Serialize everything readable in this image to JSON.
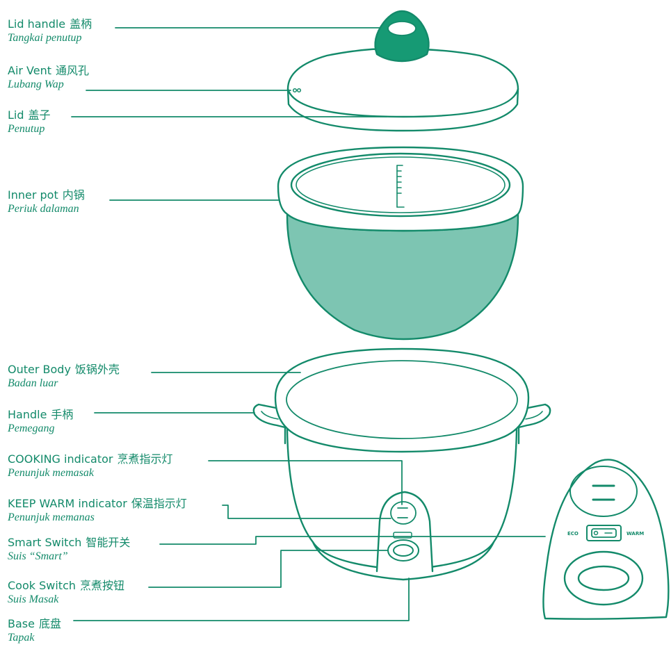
{
  "colors": {
    "accent": "#138a6a",
    "dark_fill": "#169a74",
    "light_fill": "#7dc5b2",
    "background": "#ffffff"
  },
  "labels": [
    {
      "id": "lid-handle",
      "en": "Lid handle",
      "zh": "盖柄",
      "ms": "Tangkai penutup"
    },
    {
      "id": "air-vent",
      "en": "Air Vent",
      "zh": "通风孔",
      "ms": "Lubang Wap"
    },
    {
      "id": "lid",
      "en": "Lid",
      "zh": "盖子",
      "ms": "Penutup"
    },
    {
      "id": "inner-pot",
      "en": "Inner pot",
      "zh": "内锅",
      "ms": "Periuk dalaman"
    },
    {
      "id": "outer-body",
      "en": "Outer Body",
      "zh": "饭锅外壳",
      "ms": "Badan luar"
    },
    {
      "id": "handle",
      "en": "Handle",
      "zh": "手柄",
      "ms": "Pemegang"
    },
    {
      "id": "cooking-indicator",
      "en": "COOKING indicator",
      "zh": "烹煮指示灯",
      "ms": "Penunjuk memasak"
    },
    {
      "id": "keep-warm-indicator",
      "en": "KEEP WARM indicator",
      "zh": "保温指示灯",
      "ms": "Penunjuk memanas"
    },
    {
      "id": "smart-switch",
      "en": "Smart Switch",
      "zh": "智能开关",
      "ms": "Suis “Smart”"
    },
    {
      "id": "cook-switch",
      "en": "Cook Switch",
      "zh": "烹煮按钮",
      "ms": "Suis Masak"
    },
    {
      "id": "base",
      "en": "Base",
      "zh": "底盘",
      "ms": "Tapak"
    }
  ],
  "panel": {
    "eco_label": "ECO",
    "warm_label": "WARM"
  }
}
